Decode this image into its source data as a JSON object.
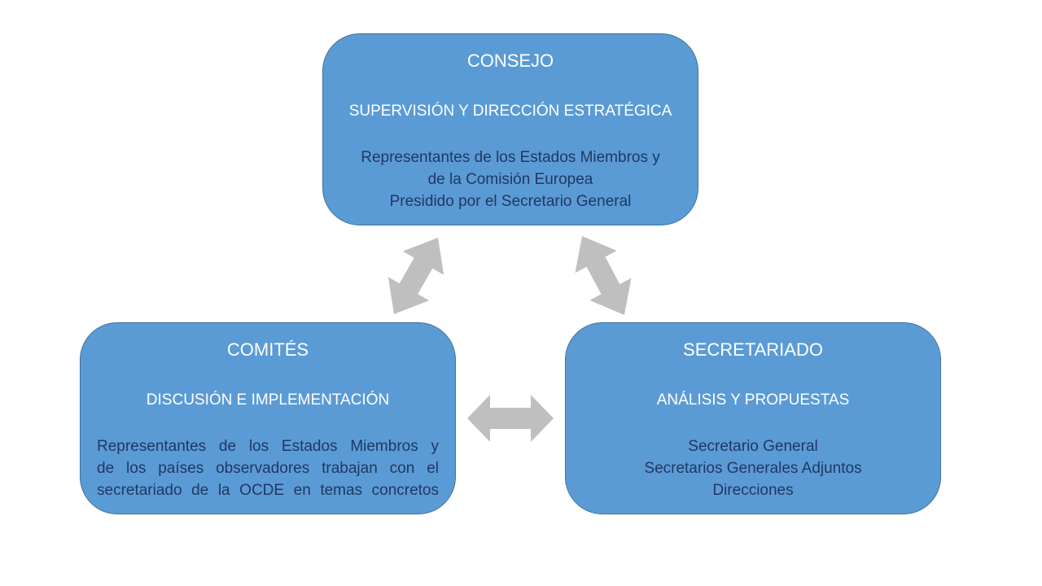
{
  "colors": {
    "box_fill": "#5b9bd5",
    "box_border": "#41719c",
    "header_text": "#ffffff",
    "body_text": "#1f3864",
    "arrow": "#bfbfbf"
  },
  "nodes": {
    "consejo": {
      "title": "CONSEJO",
      "subtitle": "SUPERVISIÓN Y DIRECCIÓN ESTRATÉGICA",
      "lines": [
        "Representantes de los Estados Miembros y",
        "de la Comisión Europea",
        "Presidido por el Secretario General"
      ]
    },
    "comites": {
      "title": "COMITÉS",
      "subtitle": "DISCUSIÓN E IMPLEMENTACIÓN",
      "lines": [
        "Representantes de los Estados Miembros y",
        "de los países observadores trabajan con el",
        "secretariado de la OCDE en temas concretos"
      ]
    },
    "secretariado": {
      "title": "SECRETARIADO",
      "subtitle": "ANÁLISIS Y PROPUESTAS",
      "lines": [
        "Secretario General",
        "Secretarios Generales Adjuntos",
        "Direcciones"
      ]
    }
  },
  "connections": [
    {
      "from": "consejo",
      "to": "comites",
      "type": "bidirectional"
    },
    {
      "from": "consejo",
      "to": "secretariado",
      "type": "bidirectional"
    },
    {
      "from": "comites",
      "to": "secretariado",
      "type": "bidirectional"
    }
  ]
}
